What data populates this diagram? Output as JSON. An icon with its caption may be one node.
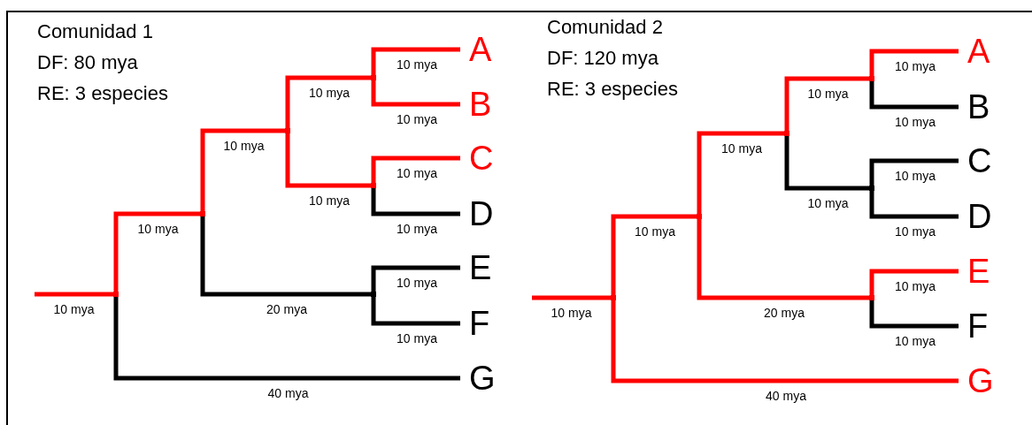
{
  "diagram": {
    "nodes": [
      {
        "text": [
          "A"
        ]
      },
      {
        "text": [
          "B"
        ]
      },
      {
        "text": [
          "C"
        ]
      },
      {
        "text": [
          "D"
        ]
      },
      {
        "text": [
          "E"
        ]
      },
      {
        "text": [
          "F"
        ]
      },
      {
        "text": [
          "G"
        ]
      },
      {
        "text": [],
        "shape": "point"
      },
      {
        "text": [],
        "shape": "point"
      },
      {
        "text": [],
        "shape": "point"
      },
      {
        "text": [],
        "shape": "point"
      },
      {
        "text": [],
        "shape": "point"
      },
      {
        "text": [],
        "shape": "point"
      },
      {
        "text": [
          "A"
        ]
      },
      {
        "text": [
          "B"
        ]
      },
      {
        "text": [
          "C"
        ]
      },
      {
        "text": [
          "D"
        ]
      },
      {
        "text": [
          "E"
        ]
      },
      {
        "text": [
          "F"
        ]
      },
      {
        "text": [
          "G"
        ]
      },
      {
        "text": [],
        "shape": "point"
      },
      {
        "text": [],
        "shape": "point"
      },
      {
        "text": [],
        "shape": "point"
      },
      {
        "text": [],
        "shape": "point"
      },
      {
        "text": [],
        "shape": "point"
      },
      {
        "text": [],
        "shape": "point"
      }
    ],
    "edges": [
      {
        "from": null,
        "to": 7,
        "arrow": "none",
        "label": "10 mya"
      },
      {
        "from": 7,
        "to": 8,
        "arrow": "none",
        "label": "10 mya"
      },
      {
        "from": 7,
        "to": 6,
        "arrow": "none",
        "label": "40 mya",
        "color": "#000000"
      },
      {
        "from": 8,
        "to": 9,
        "arrow": "none",
        "label": "10 mya"
      },
      {
        "from": 8,
        "to": 12,
        "arrow": "none",
        "label": "20 mya",
        "color": "#000000"
      },
      {
        "from": 9,
        "to": 10,
        "arrow": "none",
        "label": "10 mya"
      },
      {
        "from": 9,
        "to": 11,
        "arrow": "none",
        "label": "10 mya"
      },
      {
        "from": 10,
        "to": 0,
        "arrow": "none",
        "label": "10 mya"
      },
      {
        "from": 10,
        "to": 1,
        "arrow": "none",
        "label": "10 mya"
      },
      {
        "from": 11,
        "to": 2,
        "arrow": "none",
        "label": "10 mya"
      },
      {
        "from": 11,
        "to": 3,
        "arrow": "none",
        "label": "10 mya",
        "color": "#000000"
      },
      {
        "from": 12,
        "to": 4,
        "arrow": "none",
        "label": "10 mya",
        "color": "#000000"
      },
      {
        "from": 12,
        "to": 5,
        "arrow": "none",
        "label": "10 mya",
        "color": "#000000"
      },
      {
        "from": null,
        "to": 20,
        "arrow": "none",
        "label": "10 mya"
      },
      {
        "from": 20,
        "to": 21,
        "arrow": "none",
        "label": "10 mya"
      },
      {
        "from": 20,
        "to": 19,
        "arrow": "none",
        "label": "40 mya"
      },
      {
        "from": 21,
        "to": 22,
        "arrow": "none",
        "label": "10 mya"
      },
      {
        "from": 21,
        "to": 25,
        "arrow": "none",
        "label": "20 mya"
      },
      {
        "from": 22,
        "to": 23,
        "arrow": "none",
        "label": "10 mya"
      },
      {
        "from": 22,
        "to": 24,
        "arrow": "none",
        "label": "10 mya",
        "color": "#000000"
      },
      {
        "from": 23,
        "to": 13,
        "arrow": "none",
        "label": "10 mya"
      },
      {
        "from": 23,
        "to": 14,
        "arrow": "none",
        "label": "10 mya",
        "color": "#000000"
      },
      {
        "from": 24,
        "to": 15,
        "arrow": "none",
        "label": "10 mya",
        "color": "#000000"
      },
      {
        "from": 24,
        "to": 16,
        "arrow": "none",
        "label": "10 mya",
        "color": "#000000"
      },
      {
        "from": 25,
        "to": 17,
        "arrow": "none",
        "label": "10 mya"
      },
      {
        "from": 25,
        "to": 18,
        "arrow": "none",
        "label": "10 mya",
        "color": "#000000"
      }
    ],
    "labels": [
      "Comunidad 1",
      "DF: 80 mya",
      "RE: 3 especies",
      "Comunidad 2",
      "DF: 120 mya",
      "RE: 3 especies"
    ]
  }
}
